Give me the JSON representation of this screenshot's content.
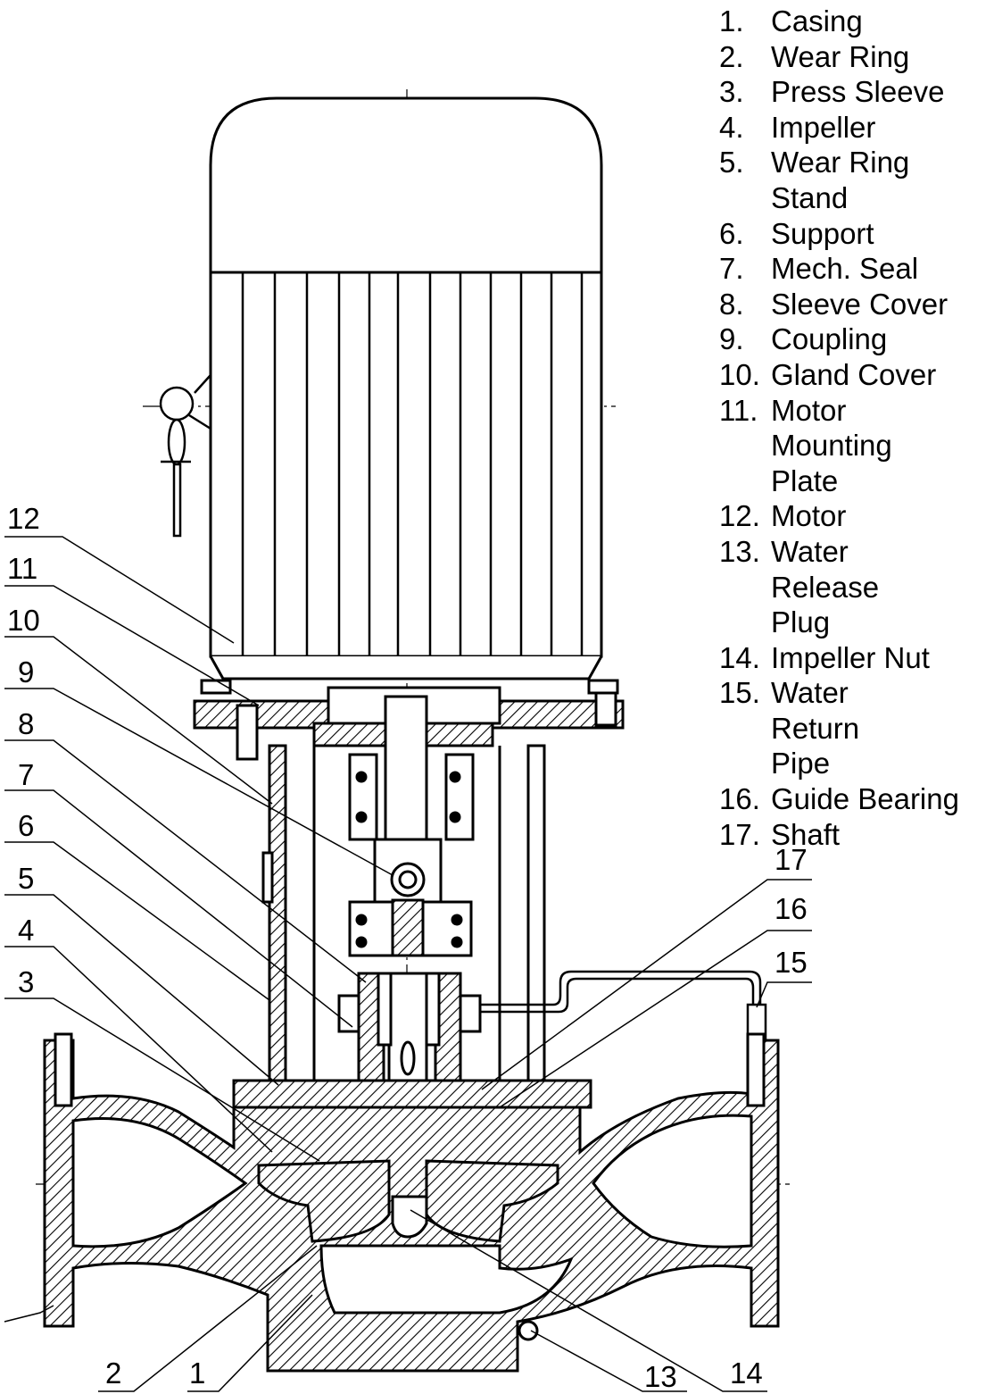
{
  "legend": {
    "items": [
      {
        "num": "1.",
        "label": "Casing"
      },
      {
        "num": "2.",
        "label": "Wear Ring"
      },
      {
        "num": "3.",
        "label": "Press Sleeve"
      },
      {
        "num": "4.",
        "label": "Impeller"
      },
      {
        "num": "5.",
        "label": "Wear Ring Stand"
      },
      {
        "num": "6.",
        "label": "Support"
      },
      {
        "num": "7.",
        "label": "Mech. Seal"
      },
      {
        "num": "8.",
        "label": "Sleeve Cover"
      },
      {
        "num": "9.",
        "label": "Coupling"
      },
      {
        "num": "10.",
        "label": "Gland Cover"
      },
      {
        "num": "11.",
        "label": "Motor Mounting Plate"
      },
      {
        "num": "12.",
        "label": "Motor"
      },
      {
        "num": "13.",
        "label": "Water Release Plug"
      },
      {
        "num": "14.",
        "label": "Impeller Nut"
      },
      {
        "num": "15.",
        "label": "Water Return Pipe"
      },
      {
        "num": "16.",
        "label": "Guide Bearing"
      },
      {
        "num": "17.",
        "label": "Shaft"
      }
    ]
  },
  "callouts": [
    "1",
    "2",
    "3",
    "4",
    "5",
    "6",
    "7",
    "8",
    "9",
    "10",
    "11",
    "12",
    "13",
    "14",
    "15",
    "16",
    "17"
  ],
  "colors": {
    "ink": "#000000",
    "paper": "#ffffff"
  }
}
